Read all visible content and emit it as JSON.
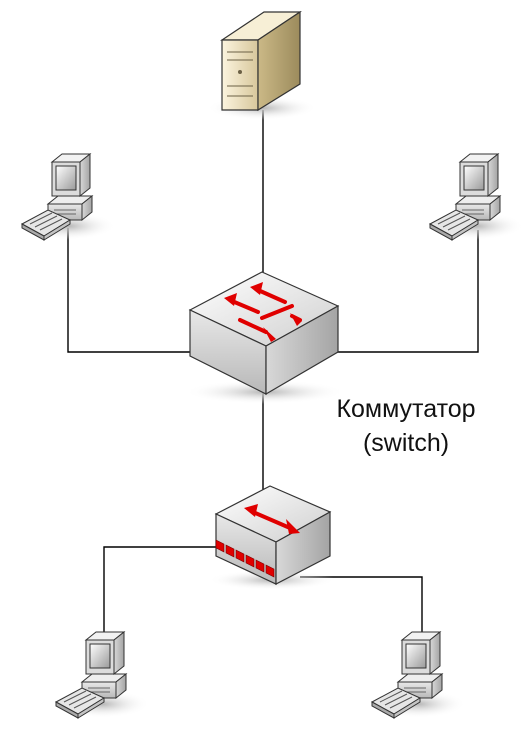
{
  "switch_label": {
    "line1": "Коммутатор",
    "line2": "(switch)"
  },
  "nodes": [
    {
      "id": "server",
      "kind": "server-icon"
    },
    {
      "id": "pc-top-left",
      "kind": "workstation-icon"
    },
    {
      "id": "pc-top-right",
      "kind": "workstation-icon"
    },
    {
      "id": "main-switch",
      "kind": "switch-icon"
    },
    {
      "id": "hub",
      "kind": "hub-icon"
    },
    {
      "id": "pc-bottom-left",
      "kind": "workstation-icon"
    },
    {
      "id": "pc-bottom-right",
      "kind": "workstation-icon"
    }
  ],
  "colors": {
    "line": "#000000",
    "arrow": "#e00000",
    "device_face": "#d0d0d0",
    "server_body": "#e9dcb9"
  }
}
